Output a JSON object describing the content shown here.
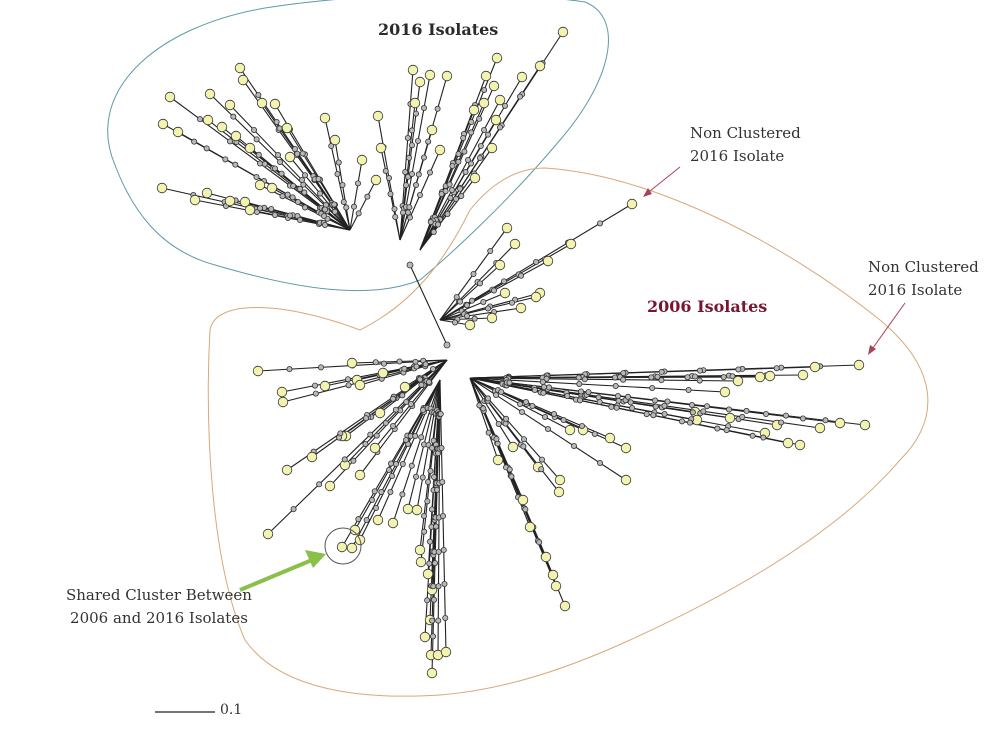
{
  "labels": {
    "title_2016": "2016 Isolates",
    "title_2006": "2006 Isolates",
    "non_clustered_1": [
      "Non Clustered",
      "2016 Isolate"
    ],
    "non_clustered_2": [
      "Non Clustered",
      "2016 Isolate"
    ],
    "shared_cluster": [
      "Shared Cluster Between",
      "2006 and 2016 Isolates"
    ],
    "scale": "0.1"
  },
  "colors": {
    "cluster_2016_outline": "#5e9ba8",
    "cluster_2006_outline": "#d9a878",
    "title_2006": "#7a1530",
    "arrow_red": "#a8415a",
    "arrow_green": "#8ac04a",
    "leaf_fill": "#f3f3b0",
    "node_fill": "#b8b8b8"
  }
}
